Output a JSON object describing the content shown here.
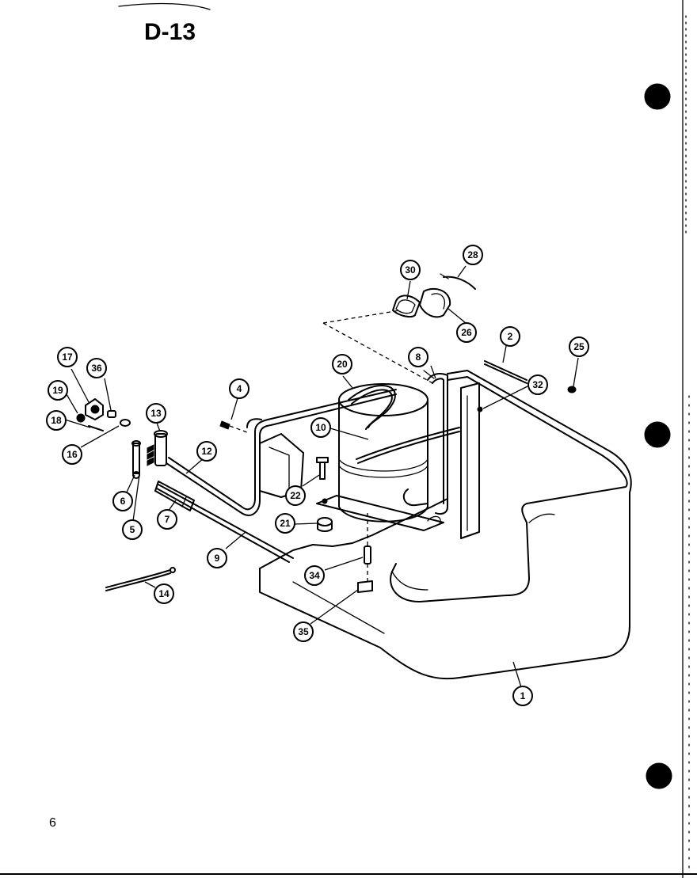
{
  "header": {
    "title": "D-13"
  },
  "footer": {
    "page_number": "6"
  },
  "callouts": [
    "1",
    "2",
    "4",
    "5",
    "6",
    "7",
    "8",
    "9",
    "10",
    "12",
    "13",
    "14",
    "16",
    "17",
    "18",
    "19",
    "20",
    "21",
    "22",
    "25",
    "26",
    "28",
    "30",
    "32",
    "34",
    "35",
    "36"
  ]
}
